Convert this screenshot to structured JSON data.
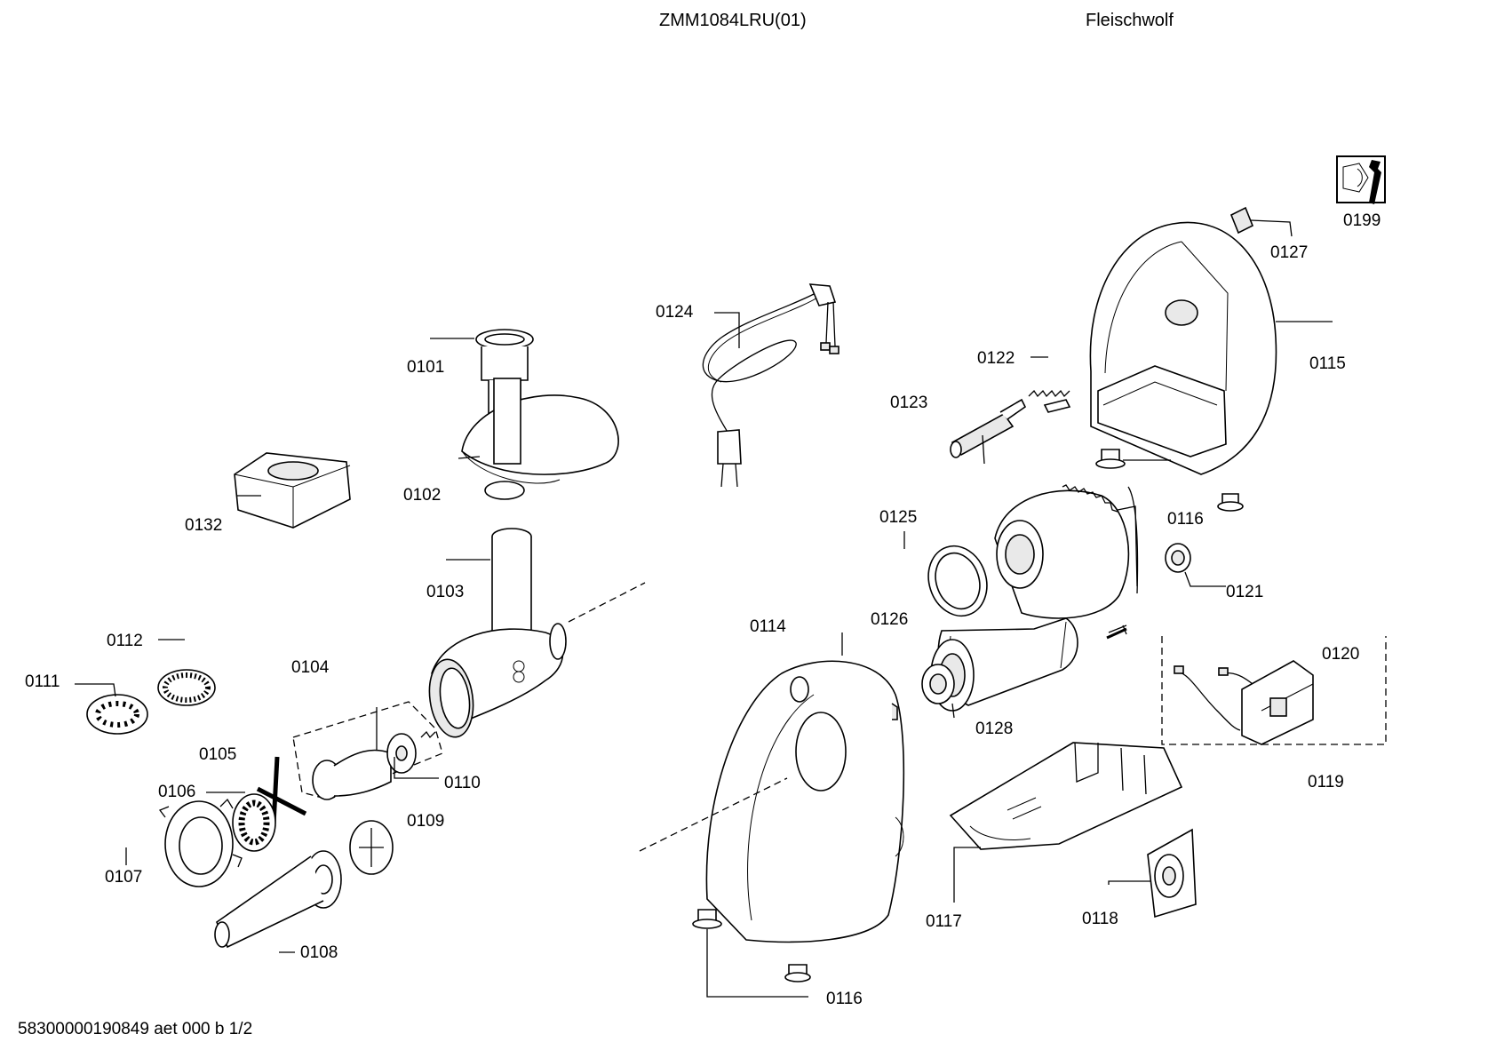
{
  "header": {
    "model": "ZMM1084LRU(01)",
    "product": "Fleischwolf"
  },
  "footer": {
    "doc_code": "58300000190849 aet 000 b 1/2"
  },
  "icons": {
    "service": "wrench-service-icon"
  },
  "parts": [
    {
      "id": "p0199",
      "label": "0199"
    },
    {
      "id": "p0127",
      "label": "0127"
    },
    {
      "id": "p0115",
      "label": "0115"
    },
    {
      "id": "p0124",
      "label": "0124"
    },
    {
      "id": "p0122",
      "label": "0122"
    },
    {
      "id": "p0123",
      "label": "0123"
    },
    {
      "id": "p0101",
      "label": "0101"
    },
    {
      "id": "p0102",
      "label": "0102"
    },
    {
      "id": "p0132",
      "label": "0132"
    },
    {
      "id": "p0116a",
      "label": "0116"
    },
    {
      "id": "p0125",
      "label": "0125"
    },
    {
      "id": "p0121",
      "label": "0121"
    },
    {
      "id": "p0103",
      "label": "0103"
    },
    {
      "id": "p0126",
      "label": "0126"
    },
    {
      "id": "p0114",
      "label": "0114"
    },
    {
      "id": "p0112",
      "label": "0112"
    },
    {
      "id": "p0120",
      "label": "0120"
    },
    {
      "id": "p0104",
      "label": "0104"
    },
    {
      "id": "p0111",
      "label": "0111"
    },
    {
      "id": "p0128",
      "label": "0128"
    },
    {
      "id": "p0105",
      "label": "0105"
    },
    {
      "id": "p0110",
      "label": "0110"
    },
    {
      "id": "p0119",
      "label": "0119"
    },
    {
      "id": "p0106",
      "label": "0106"
    },
    {
      "id": "p0109",
      "label": "0109"
    },
    {
      "id": "p0107",
      "label": "0107"
    },
    {
      "id": "p0117",
      "label": "0117"
    },
    {
      "id": "p0118",
      "label": "0118"
    },
    {
      "id": "p0108",
      "label": "0108"
    },
    {
      "id": "p0116b",
      "label": "0116"
    }
  ]
}
